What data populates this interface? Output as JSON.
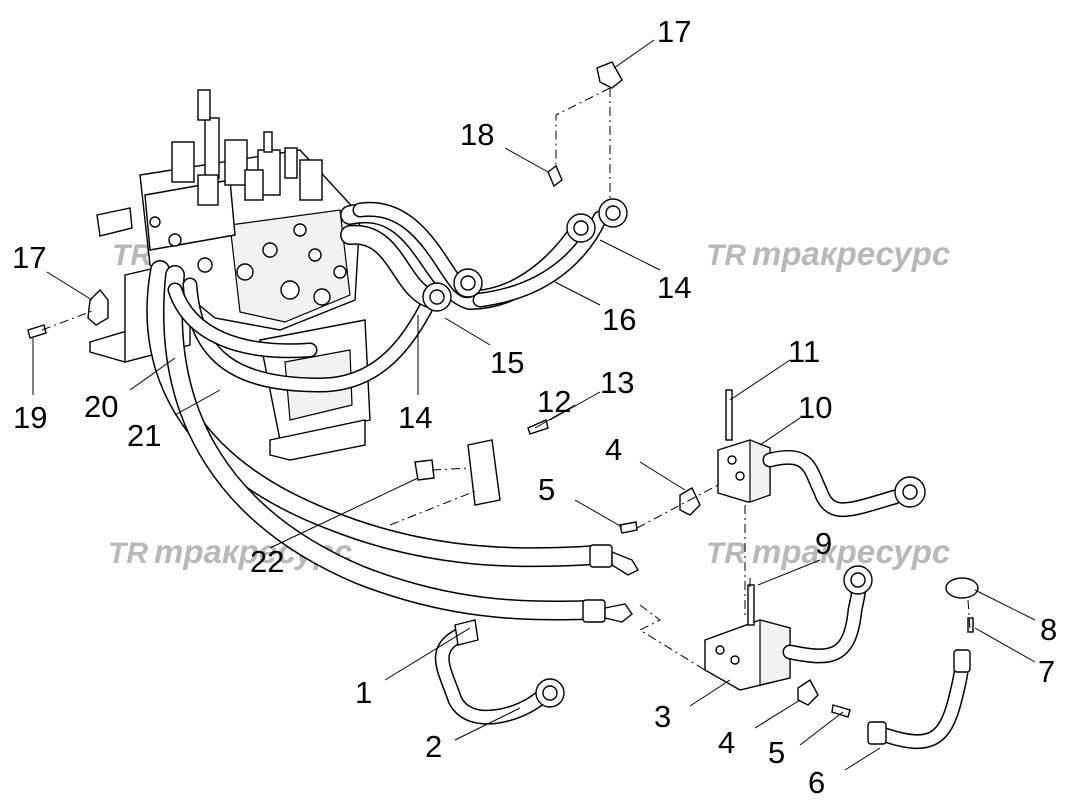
{
  "watermark": {
    "logo_text": "TR",
    "brand_text": "тракресурс"
  },
  "callouts": [
    "1",
    "2",
    "3",
    "4",
    "5",
    "6",
    "7",
    "8",
    "9",
    "10",
    "11",
    "12",
    "13",
    "14",
    "15",
    "16",
    "17",
    "18",
    "19",
    "20",
    "21",
    "22"
  ],
  "labels": {
    "c1": "1",
    "c2": "2",
    "c3": "3",
    "c4a": "4",
    "c4b": "4",
    "c5a": "5",
    "c5b": "5",
    "c6": "6",
    "c7": "7",
    "c8": "8",
    "c9": "9",
    "c10": "10",
    "c11": "11",
    "c12": "12",
    "c13": "13",
    "c14a": "14",
    "c14b": "14",
    "c15": "15",
    "c16": "16",
    "c17a": "17",
    "c17b": "17",
    "c18": "18",
    "c19": "19",
    "c20": "20",
    "c21": "21",
    "c22": "22"
  }
}
